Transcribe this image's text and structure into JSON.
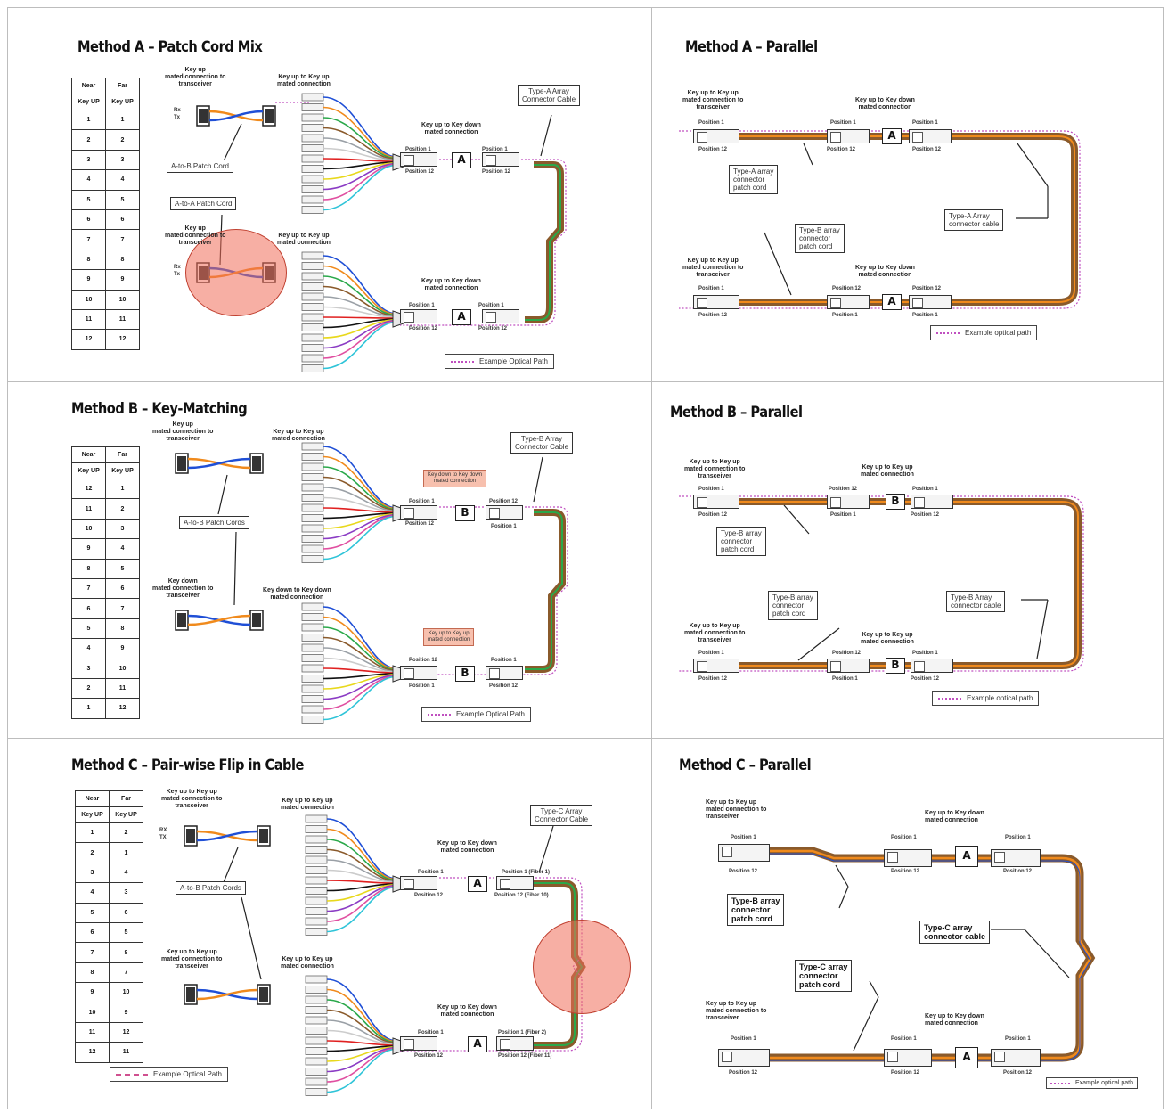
{
  "panels": {
    "a_mix": {
      "title": "Method A – Patch Cord Mix",
      "table": {
        "near": "Near",
        "far": "Far",
        "col": "Key UP",
        "rows": [
          [
            "1",
            "1"
          ],
          [
            "2",
            "2"
          ],
          [
            "3",
            "3"
          ],
          [
            "4",
            "4"
          ],
          [
            "5",
            "5"
          ],
          [
            "6",
            "6"
          ],
          [
            "7",
            "7"
          ],
          [
            "8",
            "8"
          ],
          [
            "9",
            "9"
          ],
          [
            "10",
            "10"
          ],
          [
            "11",
            "11"
          ],
          [
            "12",
            "12"
          ]
        ]
      },
      "top_mated": "Key up\nmated connection to\ntransceiver",
      "top_mated2": "Key up to Key up\nmated connection",
      "bot_mated": "Key up\nmated connection to\ntransceiver",
      "bot_mated2": "Key up to Key up\nmated connection",
      "keyup_down_top": "Key up to Key down\nmated connection",
      "keyup_down_bot": "Key up to Key down\nmated connection",
      "cable": "Type-A Array\nConnector Cable",
      "ab_cord": "A-to-B Patch Cord",
      "aa_cord": "A-to-A Patch Cord",
      "pos1": "Position 1",
      "pos12": "Position 12",
      "adapter": "A",
      "legend": "Example Optical Path",
      "rx": "Rx",
      "tx": "Tx"
    },
    "a_par": {
      "title": "Method A – Parallel",
      "top_left": "Key up to Key up\nmated connection to\ntransceiver",
      "top_mid": "Key up to Key down\nmated connection",
      "bot_left": "Key up to Key up\nmated connection to\ntransceiver",
      "bot_mid": "Key up to Key down\nmated connection",
      "patch_a": "Type-A array\nconnector\npatch cord",
      "patch_b": "Type-B array\nconnector\npatch cord",
      "cable": "Type-A Array\nconnector cable",
      "pos1": "Position 1",
      "pos12": "Position 12",
      "adapter": "A",
      "legend": "Example optical path"
    },
    "b_key": {
      "title": "Method B – Key-Matching",
      "table": {
        "near": "Near",
        "far": "Far",
        "col": "Key UP",
        "rows": [
          [
            "12",
            "1"
          ],
          [
            "11",
            "2"
          ],
          [
            "10",
            "3"
          ],
          [
            "9",
            "4"
          ],
          [
            "8",
            "5"
          ],
          [
            "7",
            "6"
          ],
          [
            "6",
            "7"
          ],
          [
            "5",
            "8"
          ],
          [
            "4",
            "9"
          ],
          [
            "3",
            "10"
          ],
          [
            "2",
            "11"
          ],
          [
            "1",
            "12"
          ]
        ]
      },
      "top_mated": "Key up\nmated connection to\ntransceiver",
      "top_mated2": "Key up to Key up\nmated connection",
      "bot_mated": "Key down\nmated connection to\ntransceiver",
      "bot_mated2": "Key down to Key down\nmated connection",
      "pink_top": "Key down to Key down\nmated connection",
      "pink_bot": "Key up to Key up\nmated connection",
      "cable": "Type-B Array\nConnector Cable",
      "ab_cords": "A-to-B Patch Cords",
      "pos1": "Position 1",
      "pos12": "Position 12",
      "adapter": "B",
      "legend": "Example Optical Path"
    },
    "b_par": {
      "title": "Method B – Parallel",
      "top_left": "Key up to Key up\nmated connection to\ntransceiver",
      "top_mid": "Key up to Key up\nmated connection",
      "bot_left": "Key up to Key up\nmated connection to\ntransceiver",
      "bot_mid": "Key up to Key up\nmated connection",
      "patch_b1": "Type-B array\nconnector\npatch cord",
      "patch_b2": "Type-B array\nconnector\npatch cord",
      "cable": "Type-B Array\nconnector cable",
      "pos1": "Position 1",
      "pos12": "Position 12",
      "adapter": "B",
      "legend": "Example optical path"
    },
    "c_flip": {
      "title": "Method C – Pair-wise Flip in Cable",
      "table": {
        "near": "Near",
        "far": "Far",
        "col": "Key UP",
        "rows": [
          [
            "1",
            "2"
          ],
          [
            "2",
            "1"
          ],
          [
            "3",
            "4"
          ],
          [
            "4",
            "3"
          ],
          [
            "5",
            "6"
          ],
          [
            "6",
            "5"
          ],
          [
            "7",
            "8"
          ],
          [
            "8",
            "7"
          ],
          [
            "9",
            "10"
          ],
          [
            "10",
            "9"
          ],
          [
            "11",
            "12"
          ],
          [
            "12",
            "11"
          ]
        ]
      },
      "top_mated": "Key up to Key up\nmated connection to\ntransceiver",
      "top_mated2": "Key up to Key up\nmated connection",
      "bot_mated": "Key up to Key up\nmated connection to\ntransceiver",
      "bot_mated2": "Key up to Key up\nmated connection",
      "keyup_down_top": "Key up to Key down\nmated connection",
      "keyup_down_bot": "Key up to Key down\nmated connection",
      "cable": "Type-C Array\nConnector Cable",
      "ab_cords": "A-to-B Patch Cords",
      "pos1_f1": "Position 1 (Fiber 1)",
      "pos12_f10": "Position 12 (Fiber 10)",
      "pos1_f2": "Position 1 (Fiber 2)",
      "pos12_f11": "Position 12 (Fiber 11)",
      "pos1": "Position 1",
      "pos12": "Position 12",
      "adapter": "A",
      "legend": "Example Optical Path",
      "rx": "RX",
      "tx": "TX"
    },
    "c_par": {
      "title": "Method C – Parallel",
      "top_left": "Key up to Key up\nmated connection to\ntransceiver",
      "top_mid": "Key up to Key down\nmated connection",
      "bot_left": "Key up to Key up\nmated connection to\ntransceiver",
      "bot_mid": "Key up to Key down\nmated connection",
      "patch_b": "Type-B array\nconnector\npatch cord",
      "patch_c": "Type-C array\nconnector\npatch cord",
      "cable": "Type-C array\nconnector cable",
      "pos1": "Position 1",
      "pos12": "Position 12",
      "adapter": "A",
      "legend": "Example optical path"
    }
  },
  "colors": {
    "ribbon": [
      "#1f4fd6",
      "#f08a1c",
      "#2aa84a",
      "#8a5a2b",
      "#9aa0a6",
      "#ffffff",
      "#e02020",
      "#111111",
      "#e8d81c",
      "#8b3cc4",
      "#e04fa0",
      "#2fc4d8"
    ],
    "path": "#c050c0",
    "highlight": "#f06e5a"
  }
}
